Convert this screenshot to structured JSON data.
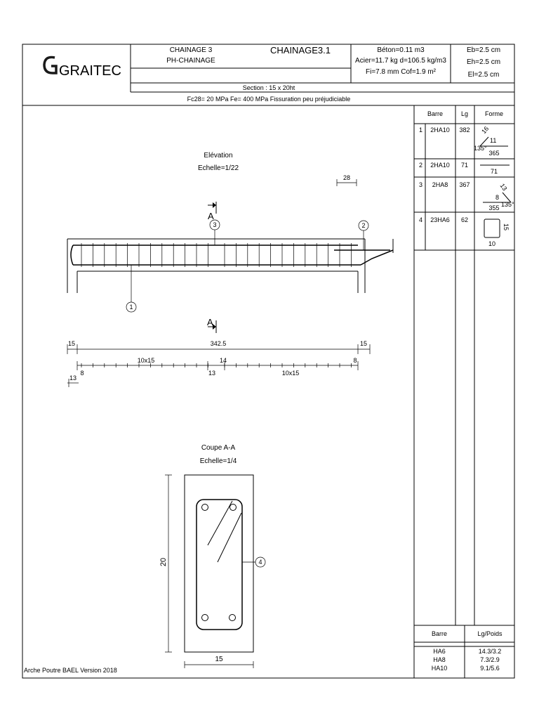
{
  "header": {
    "logo_text": "GRAITEC",
    "element_name": "CHAINAGE 3",
    "element_type": "PH-CHAINAGE",
    "element_id": "CHAINAGE3.1",
    "beton": "Béton=0.11 m3",
    "acier": "Acier=11.7 kg d=106.5 kg/m3",
    "fissure": "Fi=7.8 mm Cof=1.9 m²",
    "eb": "Eb=2.5 cm",
    "eh": "Eh=2.5 cm",
    "el": "El=2.5 cm",
    "section": "Section :  15 x  20ht",
    "materials": "Fc28=  20 MPa Fe=  400 MPa Fissuration peu préjudiciable"
  },
  "elevation": {
    "title": "Elévation",
    "scale": "Echelle=1/22",
    "dim_anchor": "28",
    "cut_label": "A",
    "callout_1": "1",
    "callout_2": "2",
    "callout_3": "3",
    "dim_left": "15",
    "dim_total": "342.5",
    "dim_right": "15",
    "spacing_left": "10x15",
    "spacing_mid": "14",
    "spacing_right": "10x15",
    "dim_8_left": "8",
    "dim_8_right": "8",
    "dim_13_left": "13",
    "dim_13_mid": "13"
  },
  "section_cut": {
    "title": "Coupe A-A",
    "scale": "Echelle=1/4",
    "height": "20",
    "width": "15",
    "callout": "4"
  },
  "bar_table": {
    "headers": [
      "Barre",
      "Lg",
      "Forme"
    ],
    "rows": [
      {
        "num": "1",
        "bar": "2HA10",
        "lg": "382"
      },
      {
        "num": "2",
        "bar": "2HA10",
        "lg": "71"
      },
      {
        "num": "3",
        "bar": "2HA8",
        "lg": "367"
      },
      {
        "num": "4",
        "bar": "23HA6",
        "lg": "62"
      }
    ],
    "shape1": {
      "hook": "16",
      "angle": "135°",
      "small": "11",
      "length": "365"
    },
    "shape2": {
      "length": "71"
    },
    "shape3": {
      "hook": "13",
      "small": "8",
      "length": "355",
      "angle": "135°"
    },
    "shape4": {
      "h": "15",
      "w": "10"
    }
  },
  "summary": {
    "headers": [
      "Barre",
      "Lg/Poids"
    ],
    "rows": [
      {
        "bar": "HA6",
        "value": "14.3/3.2"
      },
      {
        "bar": "HA8",
        "value": "7.3/2.9"
      },
      {
        "bar": "HA10",
        "value": "9.1/5.6"
      }
    ]
  },
  "footer": "Arche Poutre BAEL Version 2018"
}
